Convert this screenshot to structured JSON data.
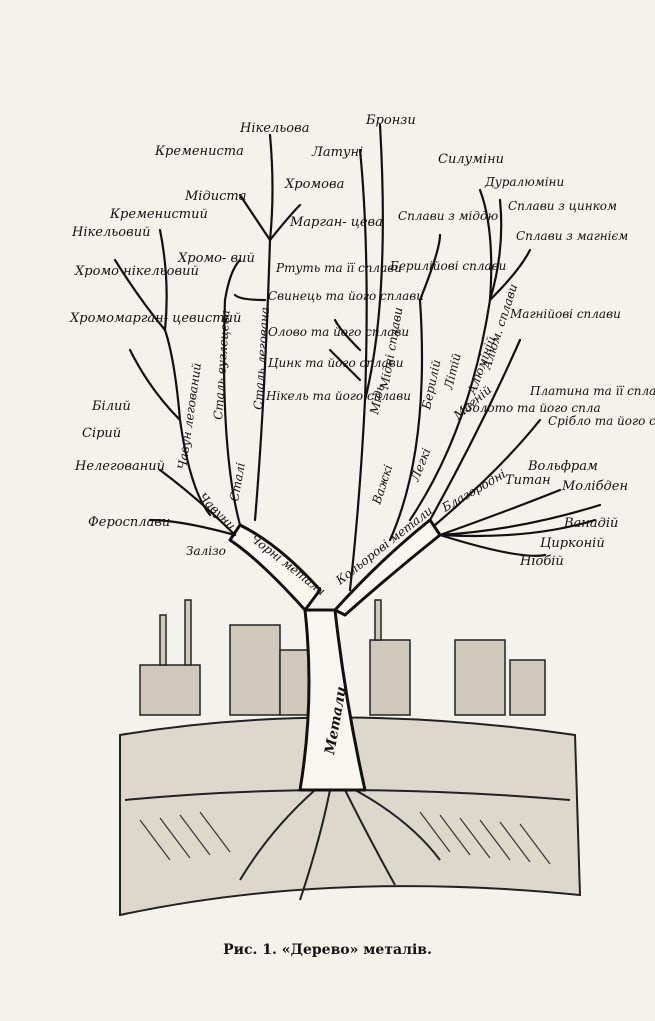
{
  "caption": "Рис. 1. «Дерево» металів.",
  "trunk": "Метали",
  "branches": {
    "black": "Чорні метали",
    "colored": "Кольорові метали",
    "iron": "Залізо",
    "cast_iron": "Чавуни",
    "steels": "Сталі",
    "alloy_cast_iron": "Чавун легований",
    "carbon_steel": "Сталь вуглецева",
    "alloy_steel": "Сталь легована",
    "heavy": "Важкі",
    "light": "Легкі",
    "noble": "Благородні",
    "copper": "Мідь",
    "copper_alloys": "Мідні сплави",
    "aluminium": "Алюміній",
    "aluminium_alloys": "Алюм. сплави",
    "beryllium": "Берилій",
    "lithium": "Літій",
    "magnesium": "Магній"
  },
  "leaves": {
    "nickel_steel": "Нікельова",
    "silicon_steel": "Кремениста",
    "chromium_steel": "Хромова",
    "manganese_steel": "Марган- цева",
    "copper_steel": "Мідиста",
    "silicon_iron": "Кременистий",
    "nickel_iron": "Нікельовий",
    "chromium_iron": "Хромо- вий",
    "chromonickel": "Хромо нікельовий",
    "chromomanganese": "Хромомарган- цевистий",
    "white": "Білий",
    "grey": "Сірий",
    "unalloyed": "Нелегований",
    "ferroalloys": "Феросплави",
    "bronzes": "Бронзи",
    "brasses": "Латуні",
    "mercury": "Ртуть та її сплави",
    "lead": "Свинець та його сплави",
    "tin": "Олово та його сплави",
    "zinc": "Цинк та його сплави",
    "nickel": "Нікель та його сплави",
    "copper_based_alloys": "Сплави з міддю",
    "beryllium_alloys": "Берилійові сплави",
    "silumins": "Силуміни",
    "duralumins": "Дуралюміни",
    "zinc_alloys": "Сплави з цинком",
    "magnesium_alloys_al": "Сплави з магнієм",
    "magnesium_alloys": "Магнійові сплави",
    "platinum": "Платина та її сплави",
    "gold": "Золото та його спла",
    "silver": "Срібло та його сплави",
    "tungsten": "Вольфрам",
    "titanium": "Титан",
    "molybdenum": "Молібден",
    "vanadium": "Ванадій",
    "zirconium": "Цирконій",
    "niobium": "Ніобій"
  }
}
